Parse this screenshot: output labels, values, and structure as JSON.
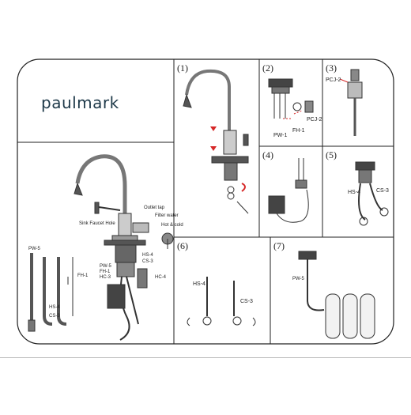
{
  "brand": "paulmark",
  "steps": {
    "s1": "(1)",
    "s2": "(2)",
    "s3": "(3)",
    "s4": "(4)",
    "s5": "(5)",
    "s6": "(6)",
    "s7": "(7)"
  },
  "parts": {
    "pw1": "PW-1",
    "fh1": "FH-1",
    "pcj2a": "PCJ-2",
    "pcj2b": "PCJ-2",
    "hs4_5": "HS-4",
    "cs3_5": "CS-3",
    "hs4_6": "HS-4",
    "cs3_6": "CS-3",
    "pw5_7": "PW-5",
    "pw5_main": "PW-5",
    "hs4_main": "HS-4",
    "cs3_main": "CS-3",
    "pw5_m2": "PW-5",
    "fh1_m": "FH-1",
    "hc3_m": "HC-3",
    "hc4_m": "HC-4",
    "fh1_side": "FH-1",
    "hs4_side": "HS-4",
    "cs3_side": "CS-3"
  },
  "tags": {
    "outlet": "Outlet tap",
    "filter_tube": "Filter water",
    "hot_cold": "Hot & cold",
    "mains": "Sink Faucet Hole"
  },
  "colors": {
    "frame": "#222222",
    "accent_red": "#d62828",
    "brand": "#1f3a4a"
  }
}
